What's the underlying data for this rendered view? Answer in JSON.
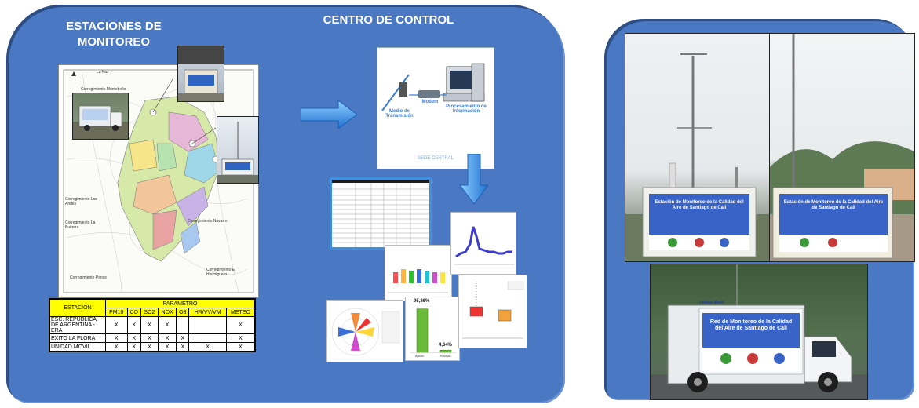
{
  "left": {
    "heading_stations": "ESTACIONES DE MONITOREO",
    "heading_control": "CENTRO DE  CONTROL"
  },
  "map": {
    "labels": [
      "Corregimiento Montebello",
      "Corregimiento Los Andes",
      "Corregimiento La Buitrera",
      "Corregimiento Pance",
      "Corregimiento Navarro",
      "Corregimiento El Hormiguero",
      "La Paz"
    ]
  },
  "control_center": {
    "transmission_label": "Medio de Transmisión",
    "modem_label": "Modem",
    "processing_label": "Procesamiento de Información",
    "footer": "SEDE CENTRAL"
  },
  "table": {
    "station_header": "ESTACIÓN",
    "group_header": "PARAMETRO",
    "columns": [
      "PM10",
      "CO",
      "SO2",
      "NOX",
      "O3",
      "HR/VV/VM",
      "METEO"
    ],
    "rows": [
      {
        "name": "ESC. REPUBLICA DE ARGENTINA - ERA",
        "marks": [
          "X",
          "X",
          "X",
          "X",
          "",
          "",
          "X"
        ]
      },
      {
        "name": "ÉXITO LA FLORA",
        "marks": [
          "X",
          "X",
          "X",
          "X",
          "X",
          "",
          "X"
        ]
      },
      {
        "name": "UNIDAD MOVIL",
        "marks": [
          "X",
          "X",
          "X",
          "X",
          "X",
          "X",
          "X"
        ]
      }
    ]
  },
  "bar_chart": {
    "label_a": "95,36%",
    "label_b": "4,64%",
    "values": [
      95.36,
      4.64
    ],
    "categories": [
      "Aprob.",
      "Rechaz."
    ]
  },
  "signs": {
    "station_sign": "Estación de Monitoreo de la Calidad del Aire de Santiago de Cali",
    "truck_sign": "Red de Monitoreo de la Calidad del Aire de Santiago de Cali",
    "truck_small": "Unidad Movil"
  },
  "colors": {
    "panel": "#4a78c2",
    "arrow": "#3f8fe0",
    "table_header": "#ffff00"
  }
}
